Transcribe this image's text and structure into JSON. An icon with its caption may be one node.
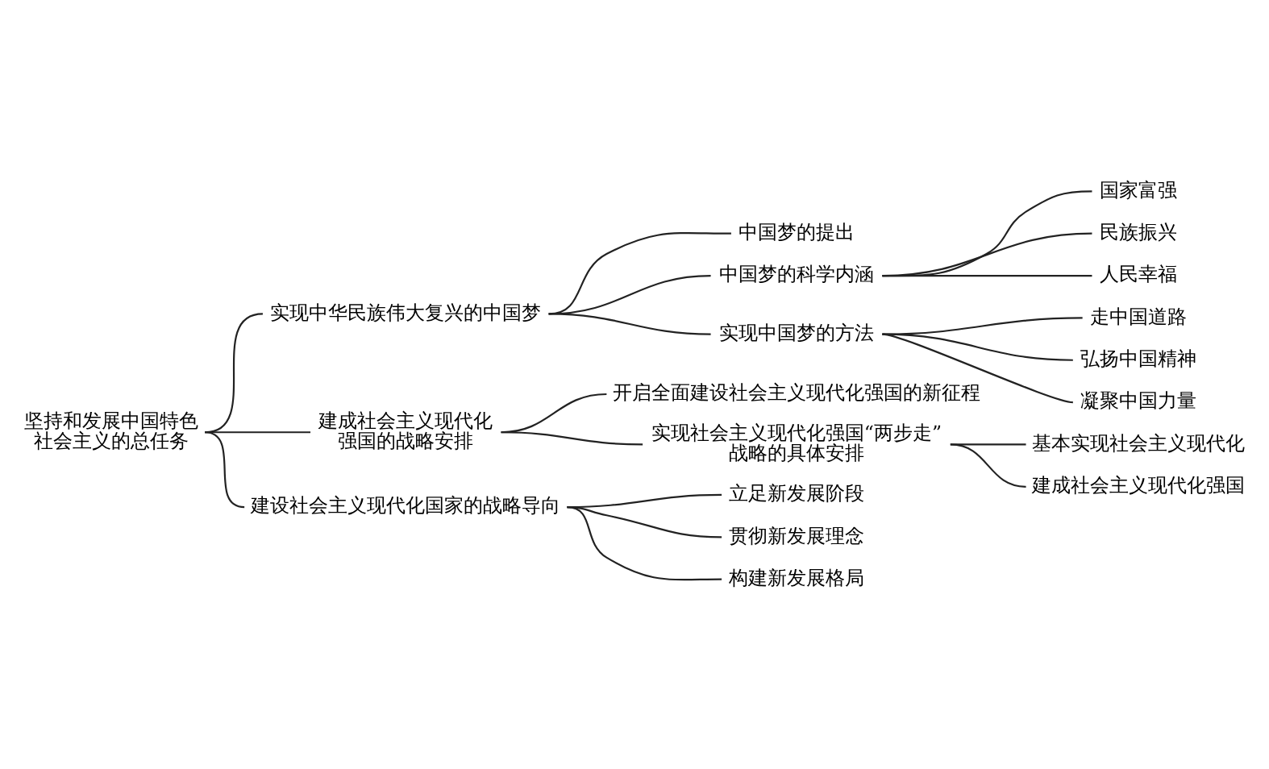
{
  "diagram": {
    "nodes": [
      {
        "text": [
          "坚持和发展中国特色社会主义的总任务"
        ]
      },
      {
        "text": [
          "实现中华民族伟大复兴的中国梦"
        ]
      },
      {
        "text": [
          "中国梦的提出"
        ]
      },
      {
        "text": [
          "中国梦的科学内涵"
        ]
      },
      {
        "text": [
          "国家富强"
        ]
      },
      {
        "text": [
          "民族振兴"
        ]
      },
      {
        "text": [
          "人民幸福"
        ]
      },
      {
        "text": [
          "实现中国梦的方法"
        ]
      },
      {
        "text": [
          "走中国道路"
        ]
      },
      {
        "text": [
          "弘扬中国精神"
        ]
      },
      {
        "text": [
          "凝聚中国力量"
        ]
      },
      {
        "text": [
          "建成社会主义现代化强国的战略安排"
        ]
      },
      {
        "text": [
          "开启全面建设社会主义现代化强国的新征程"
        ]
      },
      {
        "text": [
          "实现社会主义现代化强国“两步走”战略的具体安排"
        ]
      },
      {
        "text": [
          "基本实现社会主义现代化"
        ]
      },
      {
        "text": [
          "建成社会主义现代化强国"
        ]
      },
      {
        "text": [
          "建设社会主义现代化国家的战略导向"
        ]
      },
      {
        "text": [
          "立足新发展阶段"
        ]
      },
      {
        "text": [
          "贯彻新发展理念"
        ]
      },
      {
        "text": [
          "构建新发展格局"
        ]
      }
    ],
    "edges": [
      {
        "from": 0,
        "to": 1,
        "arrow": "none"
      },
      {
        "from": 0,
        "to": 11,
        "arrow": "none"
      },
      {
        "from": 0,
        "to": 16,
        "arrow": "none"
      },
      {
        "from": 1,
        "to": 2,
        "arrow": "none"
      },
      {
        "from": 1,
        "to": 3,
        "arrow": "none"
      },
      {
        "from": 1,
        "to": 7,
        "arrow": "none"
      },
      {
        "from": 3,
        "to": 4,
        "arrow": "none"
      },
      {
        "from": 3,
        "to": 5,
        "arrow": "none"
      },
      {
        "from": 3,
        "to": 6,
        "arrow": "none"
      },
      {
        "from": 7,
        "to": 8,
        "arrow": "none"
      },
      {
        "from": 7,
        "to": 9,
        "arrow": "none"
      },
      {
        "from": 7,
        "to": 10,
        "arrow": "none"
      },
      {
        "from": 11,
        "to": 12,
        "arrow": "none"
      },
      {
        "from": 11,
        "to": 13,
        "arrow": "none"
      },
      {
        "from": 13,
        "to": 14,
        "arrow": "none"
      },
      {
        "from": 13,
        "to": 15,
        "arrow": "none"
      },
      {
        "from": 16,
        "to": 17,
        "arrow": "none"
      },
      {
        "from": 16,
        "to": 18,
        "arrow": "none"
      },
      {
        "from": 16,
        "to": 19,
        "arrow": "none"
      }
    ]
  }
}
